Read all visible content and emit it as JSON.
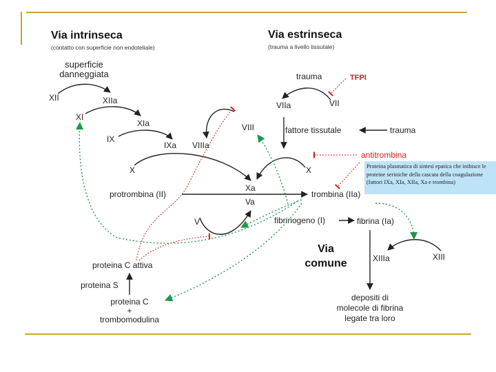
{
  "titles": {
    "intrinsic": "Via intrinseca",
    "intrinsic_sub": "(contatto con superficie non endoteliale)",
    "extrinsic": "Via estrinseca",
    "extrinsic_sub": "(trauma a livello tissutale)",
    "common_line1": "Via",
    "common_line2": "comune"
  },
  "labels": {
    "surface_line1": "superficie",
    "surface_line2": "danneggiata",
    "xii": "XII",
    "xiia": "XIIa",
    "xi": "XI",
    "xia": "XIa",
    "ix": "IX",
    "ixa": "IXa",
    "viiia": "VIIIa",
    "viii": "VIII",
    "x_left": "X",
    "x_right": "X",
    "xa": "Xa",
    "va": "Va",
    "v": "V",
    "prothrombin": "protrombina (II)",
    "thrombin": "trombina (IIa)",
    "fibrinogen": "fibrinogeno (I)",
    "fibrin": "fibrina (Ia)",
    "xiiia": "XIIIa",
    "xiii": "XIII",
    "trauma_top": "trauma",
    "tfpi": "TFPI",
    "viia": "VIIa",
    "vii": "VII",
    "tissue_factor": "fattore tissutale",
    "trauma_right": "trauma",
    "antithrombin": "antitrombina",
    "protein_c_active": "proteina C attiva",
    "protein_s": "proteina S",
    "protein_c": "proteina C",
    "plus": "+",
    "thrombomodulin": "trombomodulina",
    "deposits_line1": "depositi di",
    "deposits_line2": "molecole di fibrina",
    "deposits_line3": "legate tra loro"
  },
  "note_text": "Proteina plasmatica di sintesi epatica che inibisce le proteine seriniche della cascata della coagulazione (fattori IXa, XIa, XIIa, Xa e trombina)",
  "colors": {
    "frame": "#c8a42a",
    "inhibition": "#cc2222",
    "activation": "#1a9a4a",
    "note_background": "#bfe3f6",
    "arrow": "#222222"
  }
}
